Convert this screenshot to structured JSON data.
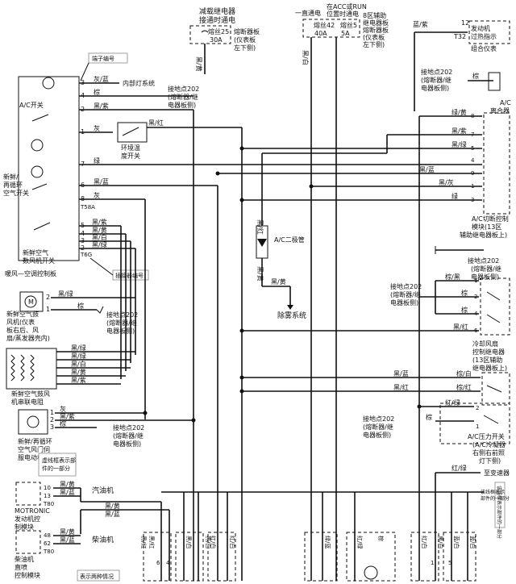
{
  "top": {
    "relay_title": [
      "减载继电器",
      "接通时通电"
    ],
    "fuse25": [
      "熔丝25",
      "30A"
    ],
    "fusebox_left": [
      "熔断器板",
      "(仪表板",
      "左下侧)"
    ],
    "direct_power": "一直通电",
    "acc_run": [
      "在ACC或RUN",
      "位置时通电"
    ],
    "fuse42": [
      "熔丝42",
      "40A"
    ],
    "fuse5": [
      "熔丝5",
      "5A"
    ],
    "zone8": [
      "8区辅助",
      "继电器板"
    ],
    "fusebox_right": [
      "熔断器板",
      "(仪表板",
      "左下侧)"
    ],
    "engine_overheat": [
      "发动机",
      "过热指示"
    ],
    "cluster": "组合仪表",
    "pin12": "12",
    "pinT32": "T32",
    "lbl_lan_zi": "蓝/紫",
    "lbl_hei_huang": "黑/黄",
    "lbl_hei_bai": "黑/白"
  },
  "panel": {
    "callout_terminal": "端子编号",
    "title": "暖风—空调控制板",
    "ac_switch": "A/C开关",
    "fresh_switch": [
      "新鲜/",
      "再循环",
      "空气开关"
    ],
    "fan_switch": [
      "新鲜空气",
      "数风机开关"
    ],
    "ambient": [
      "环境温",
      "度开关"
    ],
    "t58a": "T58A",
    "t6g": "T6G",
    "callout_connector": "插接器编号",
    "pins": [
      "3",
      "4",
      "2",
      "1",
      "7",
      "6",
      "8",
      "5",
      "4",
      "3",
      "2",
      "1"
    ],
    "wires": [
      "灰/蓝",
      "棕",
      "黑/紫",
      "灰",
      "绿",
      "黑/蓝",
      "灰",
      "黑/紫",
      "黑/黄",
      "黑/白",
      "黑/绿",
      "黑/绿"
    ],
    "top_wire_to": "内部灯系统",
    "ground202": [
      "接地点202",
      "(熔断器/继",
      "电器板侧)"
    ],
    "lbl_hei_hong": "黑/红"
  },
  "diode": {
    "label": "A/C二极管",
    "wire1": "黑/红",
    "wire2": "黑/黄"
  },
  "defrost": {
    "wire": "黑/黄",
    "label": "除雾系统"
  },
  "compressor": {
    "ground": [
      "接地点202",
      "(熔断器/继",
      "电器板侧)"
    ],
    "label": [
      "A/C",
      "离合器"
    ],
    "wires": [
      "棕",
      "绿/黄",
      "黑/紫",
      "黑/绿",
      "黑/蓝",
      "黑/灰",
      "绿"
    ],
    "pins": [
      "8",
      "7",
      "5",
      "4",
      "9",
      "1",
      "3"
    ],
    "relay": [
      "A/C切断控制",
      "模块(13区",
      "辅助继电器板上)"
    ]
  },
  "cooling": {
    "ground_top": [
      "接地点202",
      "(熔断器/继",
      "电器板侧)"
    ],
    "ground_mid": [
      "接地点202",
      "(熔断器/继",
      "电器板侧)"
    ],
    "wires": [
      "棕/黑",
      "棕",
      "棕",
      "黑/红"
    ],
    "pins": [
      "1",
      "2",
      "4",
      "6"
    ],
    "label": [
      "冷却风扇",
      "控制继电器",
      "(13区辅助",
      "继电器板上)"
    ]
  },
  "right_lower": {
    "wires": [
      "黑/蓝",
      "黑/红",
      "棕/白",
      "棕/红"
    ],
    "red_green": "红/绿",
    "pins": [
      "2",
      "1",
      "3",
      "4"
    ],
    "pressure": [
      "A/C压力开关",
      "(A/C冷凝器",
      "右侧右前照",
      "灯下侧)"
    ],
    "ground": [
      "接地点202",
      "(熔断器/继",
      "电器板侧)"
    ],
    "brown": "棕",
    "to_trans": "至变速器",
    "dotted_note": "该线框表示部件的一部分"
  },
  "blower": {
    "motor": [
      "新鲜空气鼓",
      "风机(仪表",
      "板右后、风",
      "扇/蒸发器壳内)"
    ],
    "pins": [
      "2",
      "1"
    ],
    "wires": [
      "黑/绿",
      "棕"
    ],
    "ground": [
      "接地点202",
      "(熔断器/继",
      "电器板侧)"
    ],
    "resistor": [
      "新鲜空气鼓风",
      "机串联电阻"
    ],
    "res_wires": [
      "黑/绿",
      "黑/绿",
      "黑/白",
      "黑/黄",
      "黑/紫"
    ]
  },
  "door": {
    "label": [
      "新鲜/再循环",
      "空气风门伺",
      "服电动机"
    ],
    "wires": [
      "灰",
      "黑/紫",
      "棕"
    ],
    "pins": [
      "1",
      "2",
      "3"
    ],
    "ground": [
      "接地点202",
      "(熔断器/继",
      "电器板侧)"
    ]
  },
  "motronic": {
    "dashed_note": [
      "虚线框表示部",
      "件的一部分"
    ],
    "label": [
      "MOTRONIC",
      "发动机控",
      "制模块"
    ],
    "pins": [
      "10",
      "13",
      "T80"
    ],
    "wires": [
      "黑/黄",
      "黑/蓝"
    ],
    "gasoline": "汽油机",
    "diesel": "柴油机"
  },
  "diesel_module": {
    "label": [
      "柴油机",
      "直喷",
      "控制模块"
    ],
    "pins": [
      "48",
      "62",
      "T80"
    ],
    "wires": [
      "黑/黄",
      "黑/蓝"
    ],
    "note": "表示两种情况"
  },
  "bottom": {
    "wires_a": [
      "黑/红",
      "黑/红",
      "黑/白",
      "黑/白"
    ],
    "wires_b": [
      "红/白",
      "红/白",
      "绿/蓝",
      "红/绿",
      "棕"
    ],
    "wires_c": [
      "红/白",
      "黑/白",
      "蓝/白",
      "蓝/白"
    ],
    "pins": [
      "6",
      "4",
      "1",
      "5"
    ],
    "note": [
      "该线框表示",
      "部件的一部分"
    ]
  }
}
